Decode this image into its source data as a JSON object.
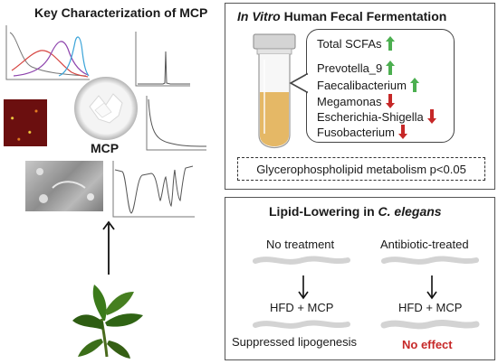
{
  "left": {
    "title": "Key Characterization of MCP",
    "mcp_label": "MCP"
  },
  "fermentation": {
    "title_italic": "In Vitro",
    "title_rest": " Human Fecal Fermentation",
    "items": [
      {
        "label": "Total SCFAs",
        "direction": "up",
        "color": "#4caf50"
      },
      {
        "label": "Prevotella_9",
        "direction": "up",
        "color": "#4caf50"
      },
      {
        "label": "Faecalibacterium",
        "direction": "up",
        "color": "#4caf50"
      },
      {
        "label": "Megamonas",
        "direction": "down",
        "color": "#c62828"
      },
      {
        "label": "Escherichia-Shigella",
        "direction": "down",
        "color": "#c62828"
      },
      {
        "label": "Fusobacterium",
        "direction": "down",
        "color": "#c62828"
      }
    ],
    "metabolism": "Glycerophospholipid metabolism p<0.05"
  },
  "elegans": {
    "title_prefix": "Lipid-Lowering in ",
    "title_italic": "C. elegans",
    "left_condition": "No treatment",
    "right_condition": "Antibiotic-treated",
    "left_treatment": "HFD + MCP",
    "right_treatment": "HFD + MCP",
    "left_result": "Suppressed lipogenesis",
    "right_result": "No effect"
  }
}
